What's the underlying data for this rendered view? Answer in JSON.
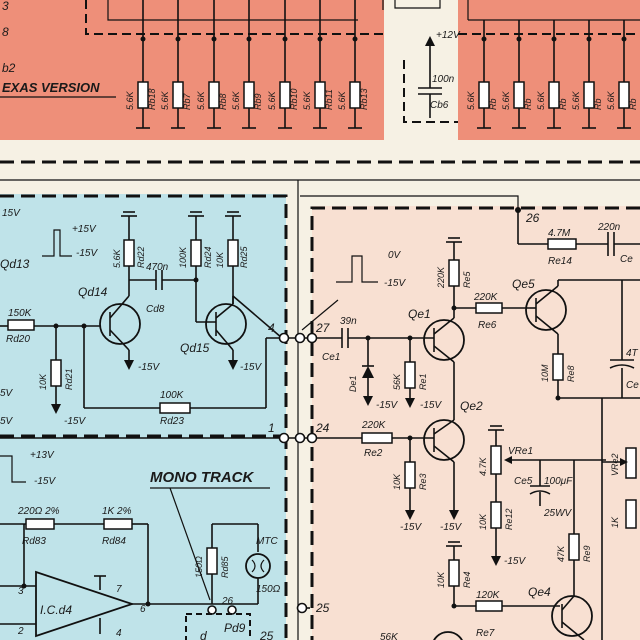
{
  "colors": {
    "paper": "#f6f1e4",
    "salmon": "#ee8f79",
    "blue": "#bfe3e9",
    "peach": "#f8e0d2",
    "ink": "#111111"
  },
  "top": {
    "left_fragments": {
      "a": "3",
      "b": "8",
      "c": "b2"
    },
    "texas_version": "EXAS VERSION",
    "resistors": [
      {
        "value": "5.6K",
        "ref": "Rb7"
      },
      {
        "value": "5.6K",
        "ref": "Rb8"
      },
      {
        "value": "5.6K",
        "ref": "Rb9"
      },
      {
        "value": "5.6K",
        "ref": "Rb10"
      },
      {
        "value": "5.6K",
        "ref": "Rb11"
      },
      {
        "value": "5.6K",
        "ref": "Rb13"
      },
      {
        "value": "5.6K",
        "ref": "Rb18"
      }
    ],
    "supply_12": "+12V",
    "cap_value": "100n",
    "cap_ref": "Cb6",
    "right_resistors": [
      {
        "value": "5.6K",
        "ref": "Rb"
      },
      {
        "value": "5.6K",
        "ref": "Rb"
      },
      {
        "value": "5.6K",
        "ref": "Rb"
      },
      {
        "value": "5.6K",
        "ref": "Rb"
      },
      {
        "value": "5.6K",
        "ref": "Rb"
      }
    ]
  },
  "blue": {
    "v15_top": "15V",
    "pulse_hi": "+15V",
    "pulse_lo": "-15V",
    "qd13": "Qd13",
    "rd22": {
      "value": "5.6K",
      "ref": "Rd22"
    },
    "cd8": {
      "value": "470n",
      "ref": "Cd8"
    },
    "rd24": {
      "value": "100K",
      "ref": "Rd24"
    },
    "rd25": {
      "value": "10K",
      "ref": "Rd25"
    },
    "qd14": "Qd14",
    "qd15": "Qd15",
    "rd20": {
      "value": "150K",
      "ref": "Rd20"
    },
    "rd21": {
      "value": "10K",
      "ref": "Rd21"
    },
    "rd23": {
      "value": "100K",
      "ref": "Rd23"
    },
    "neg15": "-15V",
    "v5a": "5V",
    "v5b": "5V",
    "pin4": "4",
    "pin1": "1",
    "plus13": "+13V",
    "neg15b": "-15V",
    "mono_track": "MONO TRACK",
    "rd83": {
      "value": "220Ω 2%",
      "ref": "Rd83"
    },
    "rd84": {
      "value": "1K 2%",
      "ref": "Rd84"
    },
    "rd85": {
      "value": "150Ω",
      "ref": "Rd85"
    },
    "mtc": "MTC",
    "mtc_val": "150Ω",
    "icd4": "I.C.d4",
    "pin3": "3",
    "pin2": "2",
    "pin7": "7",
    "pin6": "6",
    "pin4b": "4",
    "pin26": "26",
    "pin25b": "25",
    "pd9": "Pd9",
    "d": "d"
  },
  "peach": {
    "pin26": "26",
    "re14": {
      "value": "4.7M",
      "ref": "Re14"
    },
    "cap220": "220n",
    "ce_frag": "Ce",
    "ov": "0V",
    "neg15": "-15V",
    "re5": {
      "value": "220K",
      "ref": "Re5"
    },
    "qe1": "Qe1",
    "re6": {
      "value": "220K",
      "ref": "Re6"
    },
    "qe5": "Qe5",
    "pin27": "27",
    "ce1": {
      "value": "39n",
      "ref": "Ce1"
    },
    "de1": "De1",
    "re1": {
      "value": "56K",
      "ref": "Re1"
    },
    "re8": {
      "value": "10M",
      "ref": "Re8"
    },
    "cap4t": "4T",
    "ce_frag2": "Ce",
    "qe2": "Qe2",
    "pin24": "24",
    "re2": {
      "value": "220K",
      "ref": "Re2"
    },
    "vre1": {
      "value": "4.7K",
      "ref": "VRe1"
    },
    "ce5": {
      "value": "100μF",
      "ref": "Ce5",
      "rating": "25WV"
    },
    "vre2": "VRe2",
    "re12": {
      "value": "10K",
      "ref": "Re12"
    },
    "re3": {
      "value": "10K",
      "ref": "Re3"
    },
    "re9": {
      "value": "47K",
      "ref": "Re9"
    },
    "re_frag": {
      "value": "1K",
      "ref": ""
    },
    "re4": {
      "value": "10K",
      "ref": "Re4"
    },
    "pin25": "25",
    "re7": {
      "value": "120K",
      "ref": "Re7"
    },
    "qe4": "Qe4",
    "re_bot": {
      "value": "56K",
      "ref": ""
    }
  }
}
